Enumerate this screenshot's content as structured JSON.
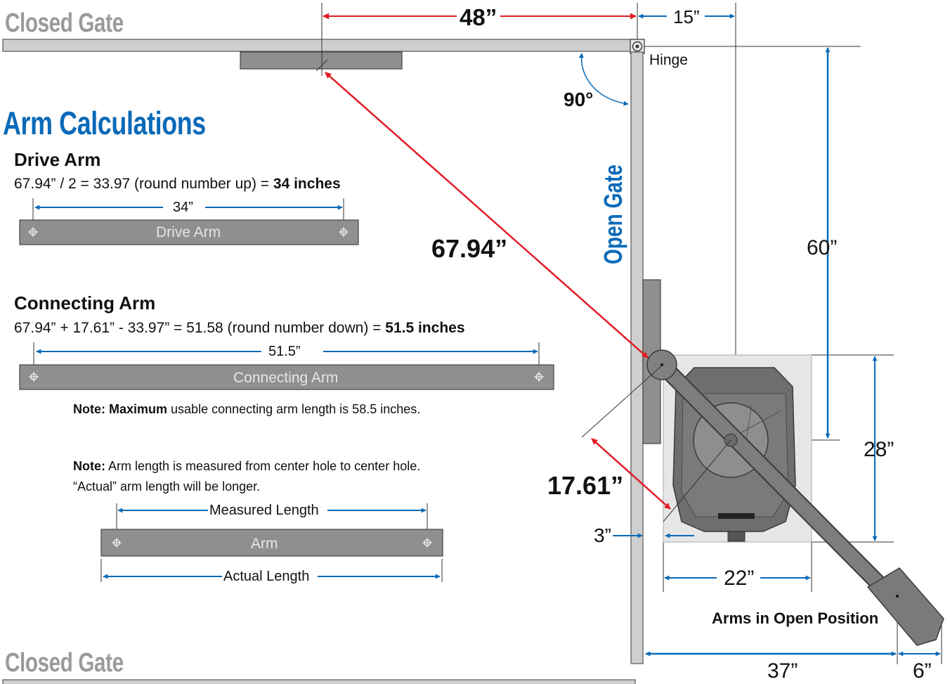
{
  "headings": {
    "closed_gate_top": "Closed Gate",
    "closed_gate_bottom": "Closed Gate",
    "arm_calculations": "Arm Calculations",
    "open_gate": "Open Gate"
  },
  "drive_arm": {
    "title": "Drive Arm",
    "formula": "67.94” / 2 = 33.97 (round number up) = ",
    "result": "34 inches",
    "dimension": "34”",
    "bar_label": "Drive Arm"
  },
  "connecting_arm": {
    "title": "Connecting Arm",
    "formula": "67.94” + 17.61” - 33.97” = 51.58 (round number down) = ",
    "result": "51.5 inches",
    "dimension": "51.5”",
    "bar_label": "Connecting Arm"
  },
  "notes": {
    "note1_prefix": "Note: ",
    "note1_bold": "Maximum",
    "note1_rest": " usable connecting arm length is 58.5 inches.",
    "note2_prefix": "Note:",
    "note2_line1": " Arm length is measured from center hole to center hole.",
    "note2_line2": "“Actual” arm length will be longer."
  },
  "example_arm": {
    "measured_label": "Measured Length",
    "bar_label": "Arm",
    "actual_label": "Actual Length"
  },
  "dimensions": {
    "d48": "48”",
    "d15": "15”",
    "d60": "60”",
    "d28": "28”",
    "d22": "22”",
    "d3": "3”",
    "d37": "37”",
    "d6": "6”",
    "angle": "90°",
    "diag1": "67.94”",
    "diag2": "17.61”"
  },
  "labels": {
    "hinge": "Hinge",
    "arms_open": "Arms in Open Position"
  },
  "colors": {
    "blue": "#0a6ab8",
    "red": "#e21b23",
    "arm_gray": "#8f8f8f",
    "heading_gray": "#9a9a9a",
    "pad_gray": "#e6e6e6"
  }
}
